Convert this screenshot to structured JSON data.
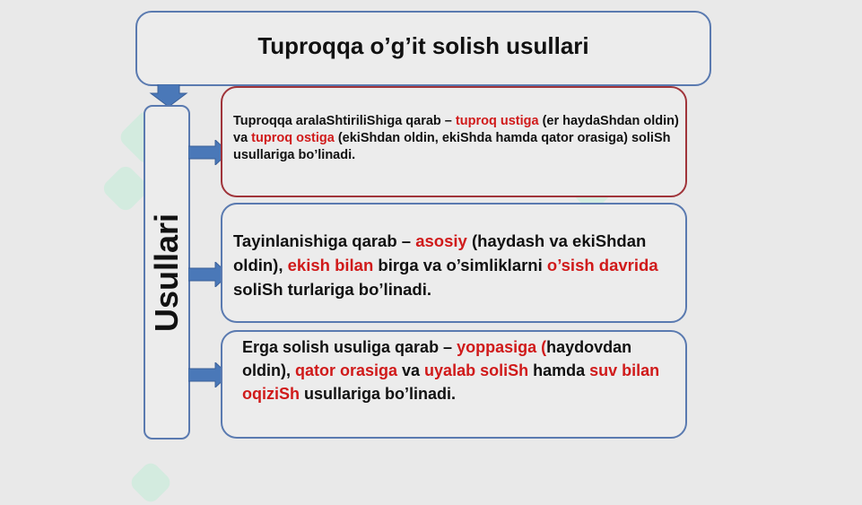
{
  "title": "Tuproqqa o’g’it  solish usullari",
  "side_label": "Usullari",
  "items": [
    {
      "segments": [
        {
          "text": "Tuproqqa aralaShtiriliShiga qarab – ",
          "red": false
        },
        {
          "text": "tuproq ustiga",
          "red": true
        },
        {
          "text": " (er haydaShdan  oldin) va ",
          "red": false
        },
        {
          "text": "tuproq ostiga",
          "red": true
        },
        {
          "text": " (ekiShdan oldin, ekiShda hamda qator orasiga) soliSh usullariga bo’linadi.",
          "red": false
        }
      ]
    },
    {
      "segments": [
        {
          "text": "Tayinlanishiga qarab – ",
          "red": false
        },
        {
          "text": "asosiy",
          "red": true
        },
        {
          "text": " (haydash va ekiShdan oldin), ",
          "red": false
        },
        {
          "text": "ekish bilan",
          "red": true
        },
        {
          "text": " birga va o’simliklarni ",
          "red": false
        },
        {
          "text": "o’sish davrida",
          "red": true
        },
        {
          "text": " soliSh   turlariga bo’linadi.",
          "red": false
        }
      ]
    },
    {
      "segments": [
        {
          "text": "Erga solish usuliga qarab – ",
          "red": false
        },
        {
          "text": "yoppasiga",
          "red": true
        },
        {
          "text": " ",
          "red": false
        },
        {
          "text": "(",
          "red": true
        },
        {
          "text": "haydovdan oldin), ",
          "red": false
        },
        {
          "text": "qator orasiga",
          "red": true
        },
        {
          "text": " va ",
          "red": false
        },
        {
          "text": "uyalab soliSh",
          "red": true
        },
        {
          "text": " hamda  ",
          "red": false
        },
        {
          "text": "suv bilan oqiziSh",
          "red": true
        },
        {
          "text": " usullariga bo’linadi.",
          "red": false
        }
      ]
    }
  ],
  "colors": {
    "border": "#5a7ab0",
    "highlight_border": "#a0343a",
    "red_text": "#d01a1a",
    "arrow": "#4a78b8"
  }
}
